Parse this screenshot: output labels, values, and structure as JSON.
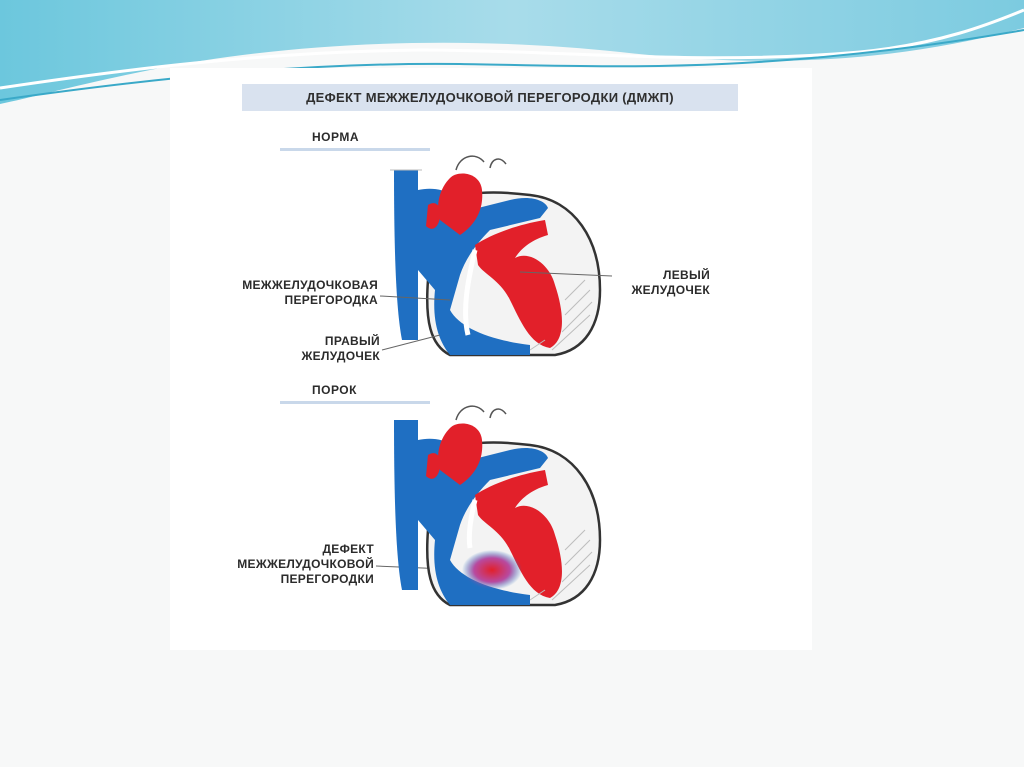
{
  "title": "ДЕФЕКТ МЕЖЖЕЛУДОЧКОВОЙ ПЕРЕГОРОДКИ (ДМЖП)",
  "normal": {
    "heading": "НОРМА",
    "septum_label": [
      "МЕЖЖЕЛУДОЧКОВАЯ",
      "ПЕРЕГОРОДКА"
    ],
    "left_ventricle_label": [
      "ЛЕВЫЙ",
      "ЖЕЛУДОЧЕК"
    ],
    "right_ventricle_label": [
      "ПРАВЫЙ",
      "ЖЕЛУДОЧЕК"
    ]
  },
  "defect": {
    "heading": "ПОРОК",
    "defect_label": [
      "ДЕФЕКТ",
      "МЕЖЖЕЛУДОЧКОВОЙ",
      "ПЕРЕГОРОДКИ"
    ]
  },
  "colors": {
    "venous_blue": "#1f6fc2",
    "arterial_red": "#e2202a",
    "slide_wave": "#5cc0dc",
    "banner": "#d9e2ef"
  }
}
